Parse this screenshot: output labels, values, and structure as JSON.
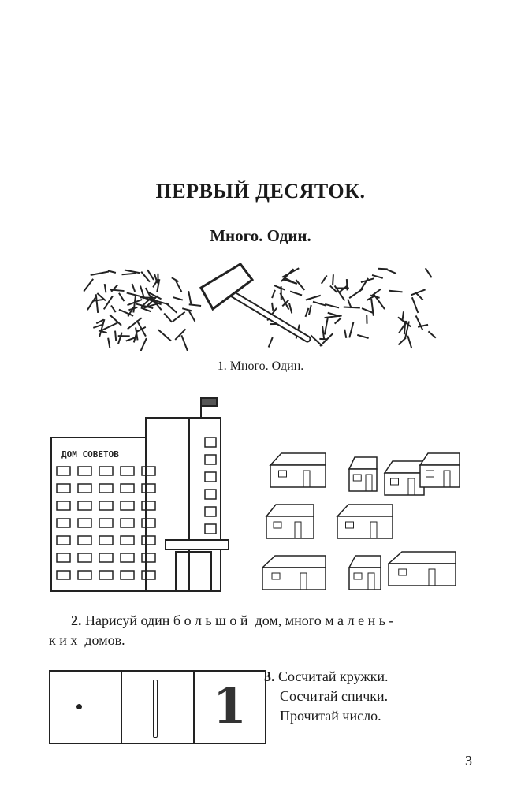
{
  "title": "ПЕРВЫЙ ДЕСЯТОК.",
  "subtitle": "Много. Один.",
  "figure1": {
    "number": "1.",
    "caption": "Много. Один."
  },
  "building_sign": "ДОМ СОВЕТОВ",
  "task2": {
    "number": "2.",
    "parts": [
      "Нарисуй один",
      "большой",
      "дом, много",
      "малень-",
      "ких",
      "домов."
    ]
  },
  "task3": {
    "number": "3.",
    "lines": [
      "Сосчитай кружки.",
      "Сосчитай спички.",
      "Прочитай число."
    ]
  },
  "counting_box": {
    "digit": "1"
  },
  "page_number": "3"
}
